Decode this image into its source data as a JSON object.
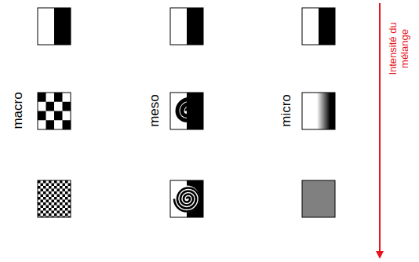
{
  "diagram": {
    "labels": [
      "macro",
      "meso",
      "micro",
      "Intensité du mélange"
    ]
  }
}
